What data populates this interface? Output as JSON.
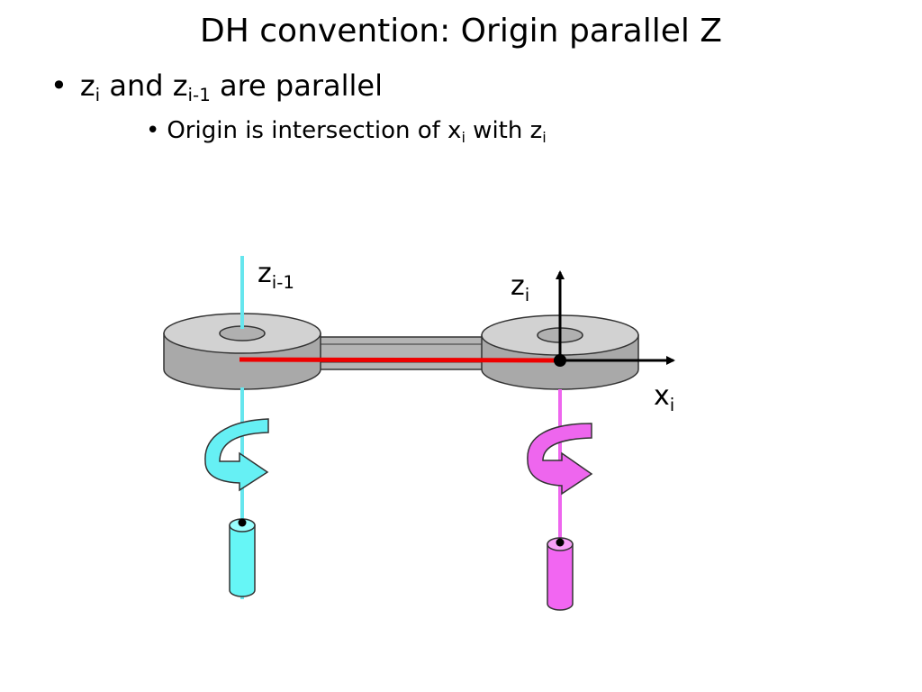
{
  "slide": {
    "title": "DH convention: Origin parallel Z",
    "bullet1": {
      "marker": "•",
      "z1": "z",
      "z1_sub": "i",
      "and": " and ",
      "z2": "z",
      "z2_sub": "i-1",
      "rest": " are parallel"
    },
    "bullet2": {
      "marker": "•",
      "text1": "Origin is intersection of ",
      "x": "x",
      "x_sub": "i",
      "text2": " with ",
      "z": "z",
      "z_sub": "i"
    }
  },
  "diagram": {
    "labels": {
      "z_prev": {
        "base": "z",
        "sub": "i-1"
      },
      "z_i": {
        "base": "z",
        "sub": "i"
      },
      "x_i": {
        "base": "x",
        "sub": "i"
      }
    },
    "colors": {
      "z_prev_axis": "#66e6ee",
      "z_prev_rotation": "#66f0f4",
      "z_i_axis": "#ee66ee",
      "z_i_rotation": "#ee66ee",
      "common_normal": "#ee0000",
      "joint_body": "#c0c0c0",
      "frame_axes": "#000000"
    }
  }
}
